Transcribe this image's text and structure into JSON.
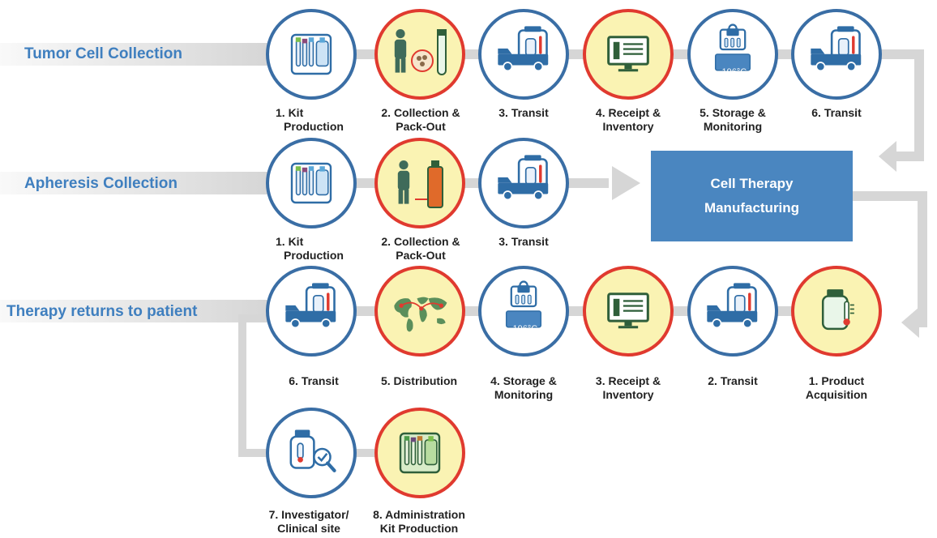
{
  "rows": {
    "tumor": {
      "label": "Tumor Cell Collection",
      "steps": [
        {
          "line1": "1. Kit",
          "line2": "Production"
        },
        {
          "line1": "2. Collection &",
          "line2": "Pack-Out"
        },
        {
          "line1": "3. Transit",
          "line2": ""
        },
        {
          "line1": "4. Receipt &",
          "line2": "Inventory"
        },
        {
          "line1": "5. Storage &",
          "line2": "Monitoring"
        },
        {
          "line1": "6. Transit",
          "line2": ""
        }
      ]
    },
    "apheresis": {
      "label": "Apheresis Collection",
      "steps": [
        {
          "line1": "1. Kit",
          "line2": "Production"
        },
        {
          "line1": "2. Collection &",
          "line2": "Pack-Out"
        },
        {
          "line1": "3. Transit",
          "line2": ""
        }
      ]
    },
    "return": {
      "label": "Therapy returns to patient",
      "steps": [
        {
          "line1": "6. Transit",
          "line2": ""
        },
        {
          "line1": "5. Distribution",
          "line2": ""
        },
        {
          "line1": "4. Storage &",
          "line2": "Monitoring"
        },
        {
          "line1": "3. Receipt &",
          "line2": "Inventory"
        },
        {
          "line1": "2. Transit",
          "line2": ""
        },
        {
          "line1": "1. Product",
          "line2": "Acquisition"
        }
      ]
    },
    "final": {
      "steps": [
        {
          "line1": "7. Investigator/",
          "line2": "Clinical site"
        },
        {
          "line1": "8. Administration",
          "line2": "Kit Production"
        }
      ]
    }
  },
  "manufacturing": {
    "line1": "Cell Therapy",
    "line2": "Manufacturing"
  },
  "storage_temp": "-196°C",
  "icons": [
    "kit-icon",
    "patient-collection-icon",
    "transit-truck-icon",
    "monitor-icon",
    "cryo-storage-icon",
    "world-map-icon",
    "clinical-site-icon",
    "bottle-thermometer-icon"
  ],
  "colors": {
    "accent_blue": "#3f7fbf",
    "ring_blue": "#3a6ea5",
    "ring_red": "#e03a2f",
    "fill_yellow": "#faf3b3",
    "manufacturing_box": "#4a86c0",
    "connector_gray": "#d6d6d6"
  }
}
